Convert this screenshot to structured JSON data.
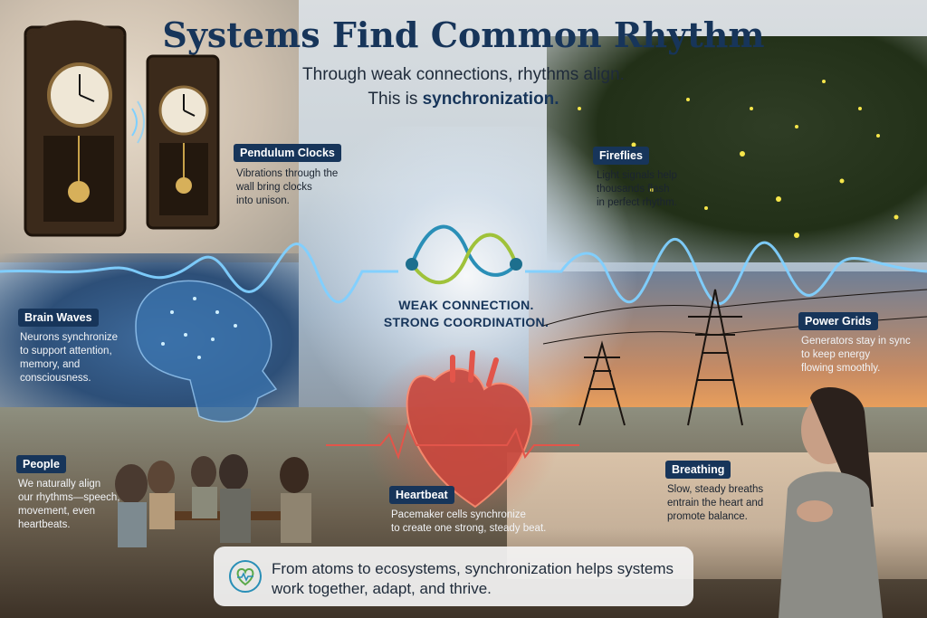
{
  "header": {
    "title": "Systems Find Common Rhythm",
    "subtitle_line1": "Through weak connections, rhythms align.",
    "subtitle_line2_prefix": "This is ",
    "subtitle_line2_bold": "synchronization."
  },
  "center": {
    "line1": "WEAK CONNECTION.",
    "line2": "STRONG COORDINATION."
  },
  "sections": {
    "pendulum": {
      "label": "Pendulum Clocks",
      "lines": [
        "Vibrations through the",
        "wall bring clocks",
        "into unison."
      ]
    },
    "fireflies": {
      "label": "Fireflies",
      "lines": [
        "Light signals help",
        "thousands flash",
        "in perfect rhythm."
      ]
    },
    "brain": {
      "label": "Brain Waves",
      "lines": [
        "Neurons synchronize",
        "to support attention,",
        "memory, and",
        "consciousness."
      ]
    },
    "power": {
      "label": "Power Grids",
      "lines": [
        "Generators stay in sync",
        "to keep energy",
        "flowing smoothly."
      ]
    },
    "people": {
      "label": "People",
      "lines": [
        "We naturally align",
        "our rhythms—speech,",
        "movement, even",
        "heartbeats."
      ]
    },
    "heartbeat": {
      "label": "Heartbeat",
      "lines": [
        "Pacemaker cells synchronize",
        "to create one strong, steady beat."
      ]
    },
    "breathing": {
      "label": "Breathing",
      "lines": [
        "Slow, steady breaths",
        "entrain the heart and",
        "promote balance."
      ]
    }
  },
  "footer": {
    "line1": "From atoms to ecosystems, synchronization helps systems",
    "line2": "work together, adapt, and thrive."
  },
  "colors": {
    "navy": "#17355a",
    "wave_blue": "#7fd0ff",
    "heart_red": "#e2554a",
    "firefly_yellow": "#f6e64a"
  }
}
